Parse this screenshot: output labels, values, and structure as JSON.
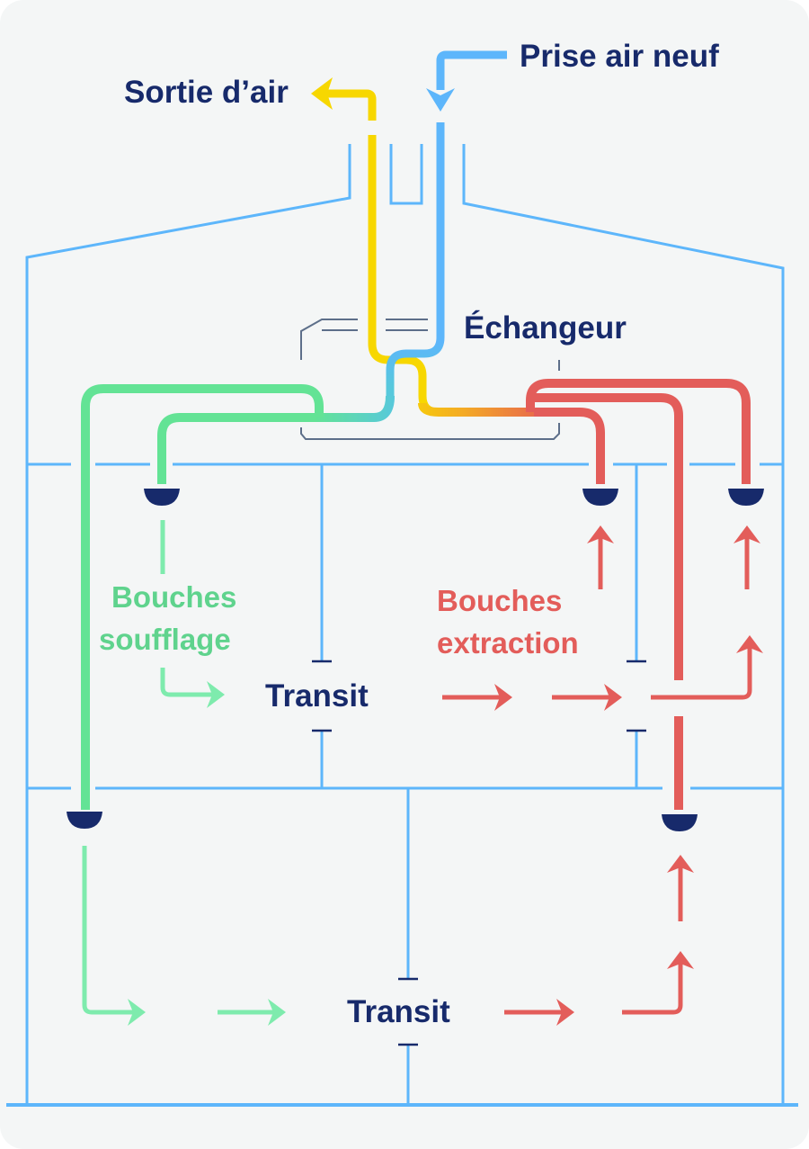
{
  "diagram": {
    "title": "Ventilation double flux",
    "labels": {
      "fresh_air_intake": "Prise air neuf",
      "air_exhaust": "Sortie d’air",
      "exchanger": "Échangeur",
      "supply_vents": [
        "Bouches",
        "soufflage"
      ],
      "extraction_vents": [
        "Bouches",
        "extraction"
      ],
      "transit_upper": "Transit",
      "transit_lower": "Transit"
    },
    "colors": {
      "background": "#f4f6f6",
      "walls": "#5db6fb",
      "fresh_air": "#5db6fb",
      "exhaust_air": "#f7d700",
      "supply_air": "#63e395",
      "extract_air": "#e35d5a",
      "vent": "#172a6b",
      "text": "#172a6b"
    },
    "icons": {
      "vent": "half-disc-vent-icon",
      "flow": "arrow-icon"
    }
  }
}
